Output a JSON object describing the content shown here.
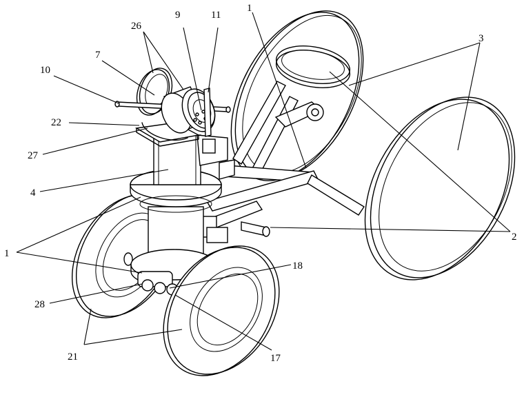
{
  "labels": {
    "l1_top": "1",
    "l1_left": "1",
    "l2": "2",
    "l3": "3",
    "l4": "4",
    "l7": "7",
    "l9": "9",
    "l10": "10",
    "l11": "11",
    "l17": "17",
    "l18": "18",
    "l21": "21",
    "l22": "22",
    "l26": "26",
    "l27": "27",
    "l28": "28"
  }
}
